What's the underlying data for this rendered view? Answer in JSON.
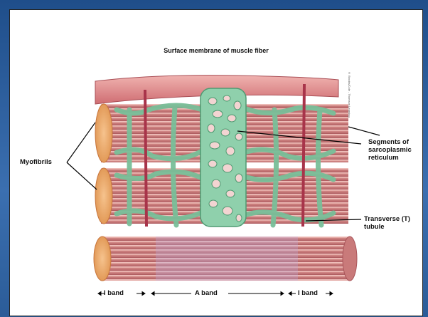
{
  "title": "Surface membrane of muscle fiber",
  "labels": {
    "myofibrils": "Myofibrils",
    "sr_line1": "Segments of",
    "sr_line2": "sarcoplasmic",
    "sr_line3": "reticulum",
    "tt_line1": "Transverse (T)",
    "tt_line2": "tubule"
  },
  "bands": {
    "i_band": "I band",
    "a_band": "A band"
  },
  "credit": "© Brooks/Cole - Thomson Learning",
  "colors": {
    "frame": "#2f5f9a",
    "reticulum": "#8fd0ac",
    "t_tubule": "#a8344a",
    "myofibril": "#d9918d"
  }
}
